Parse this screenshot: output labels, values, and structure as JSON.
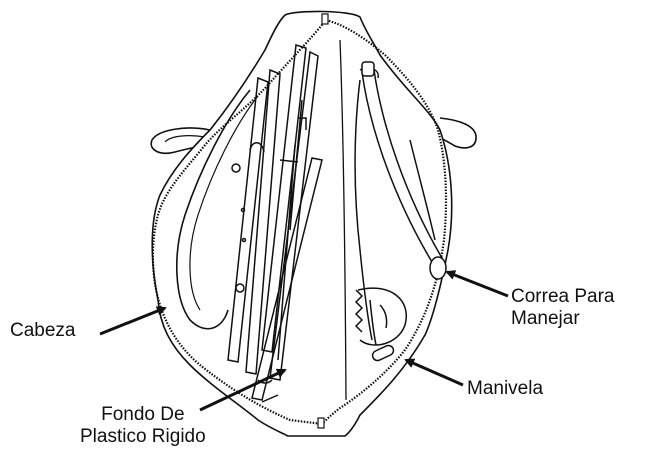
{
  "labels": {
    "cabeza": "Cabeza",
    "correa_line1": "Correa Para",
    "correa_line2": "Manejar",
    "manivela": "Manivela",
    "fondo_line1": "Fondo De",
    "fondo_line2": "Plastico Rigido"
  },
  "colors": {
    "line": "#111111",
    "background": "#ffffff"
  }
}
